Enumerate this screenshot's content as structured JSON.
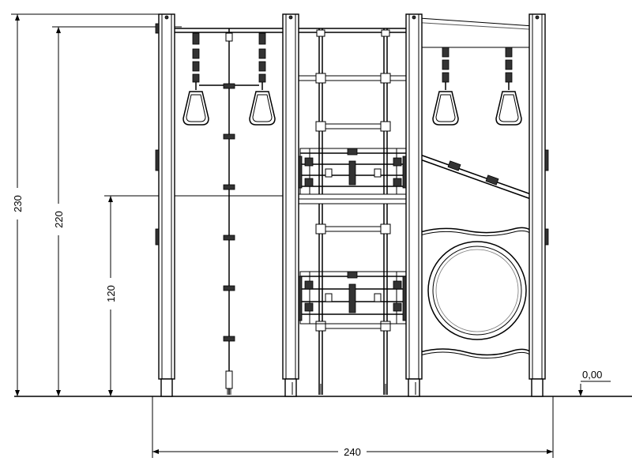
{
  "dimensions": {
    "height_total": "230",
    "height_top_bar": "220",
    "height_platform": "120",
    "width_total": "240",
    "ground_level": "0,00"
  }
}
